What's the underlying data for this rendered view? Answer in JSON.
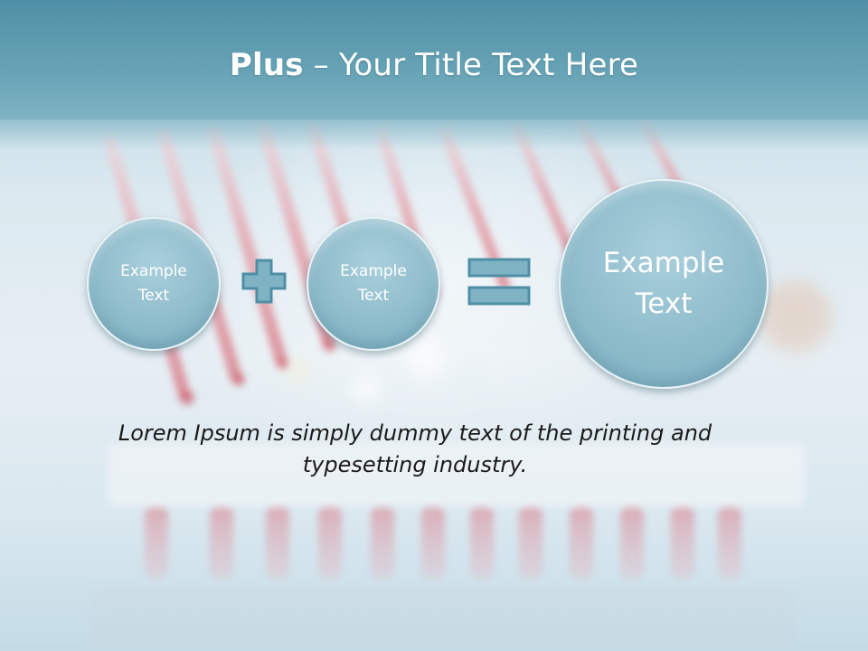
{
  "slide": {
    "title_bold": "Plus",
    "title_rest": " – Your Title Text Here",
    "bubbles": [
      {
        "text": "Example\nText"
      },
      {
        "text": "Example\nText"
      },
      {
        "text": "Example\nText"
      }
    ],
    "operators": {
      "plus": "plus-sign",
      "equals": "equals-sign"
    },
    "body_text": "Lorem Ipsum is simply dummy text of the printing and typesetting industry."
  },
  "colors": {
    "title_bar": "#5a97ab",
    "bubble_fill": "#8fbccb",
    "operator_fill": "#7fb3c3",
    "operator_stroke": "#4f8fa5",
    "body_text": "#1a1a1a"
  }
}
